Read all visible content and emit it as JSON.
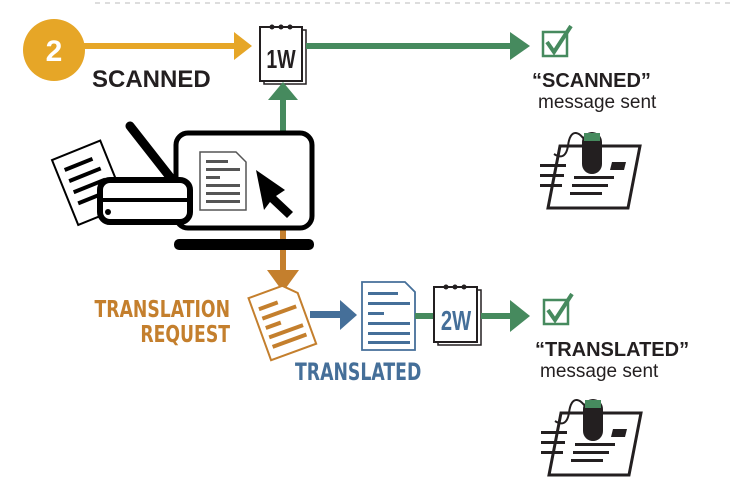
{
  "step": {
    "number": "2"
  },
  "labels": {
    "scanned": "SCANNED",
    "notepad_1": "1W",
    "notepad_2": "2W",
    "scanned_message_title": "“SCANNED”",
    "scanned_message_sub": "message sent",
    "translation_request_line1": "TRANSLATION",
    "translation_request_line2": "REQUEST",
    "translated": "TRANSLATED",
    "translated_message_title": "“TRANSLATED”",
    "translated_message_sub": "message sent"
  },
  "colors": {
    "step_circle": "#E6A627",
    "green": "#468A5E",
    "orange": "#C47F2D",
    "blue": "#456F99",
    "ink": "#231F20"
  }
}
